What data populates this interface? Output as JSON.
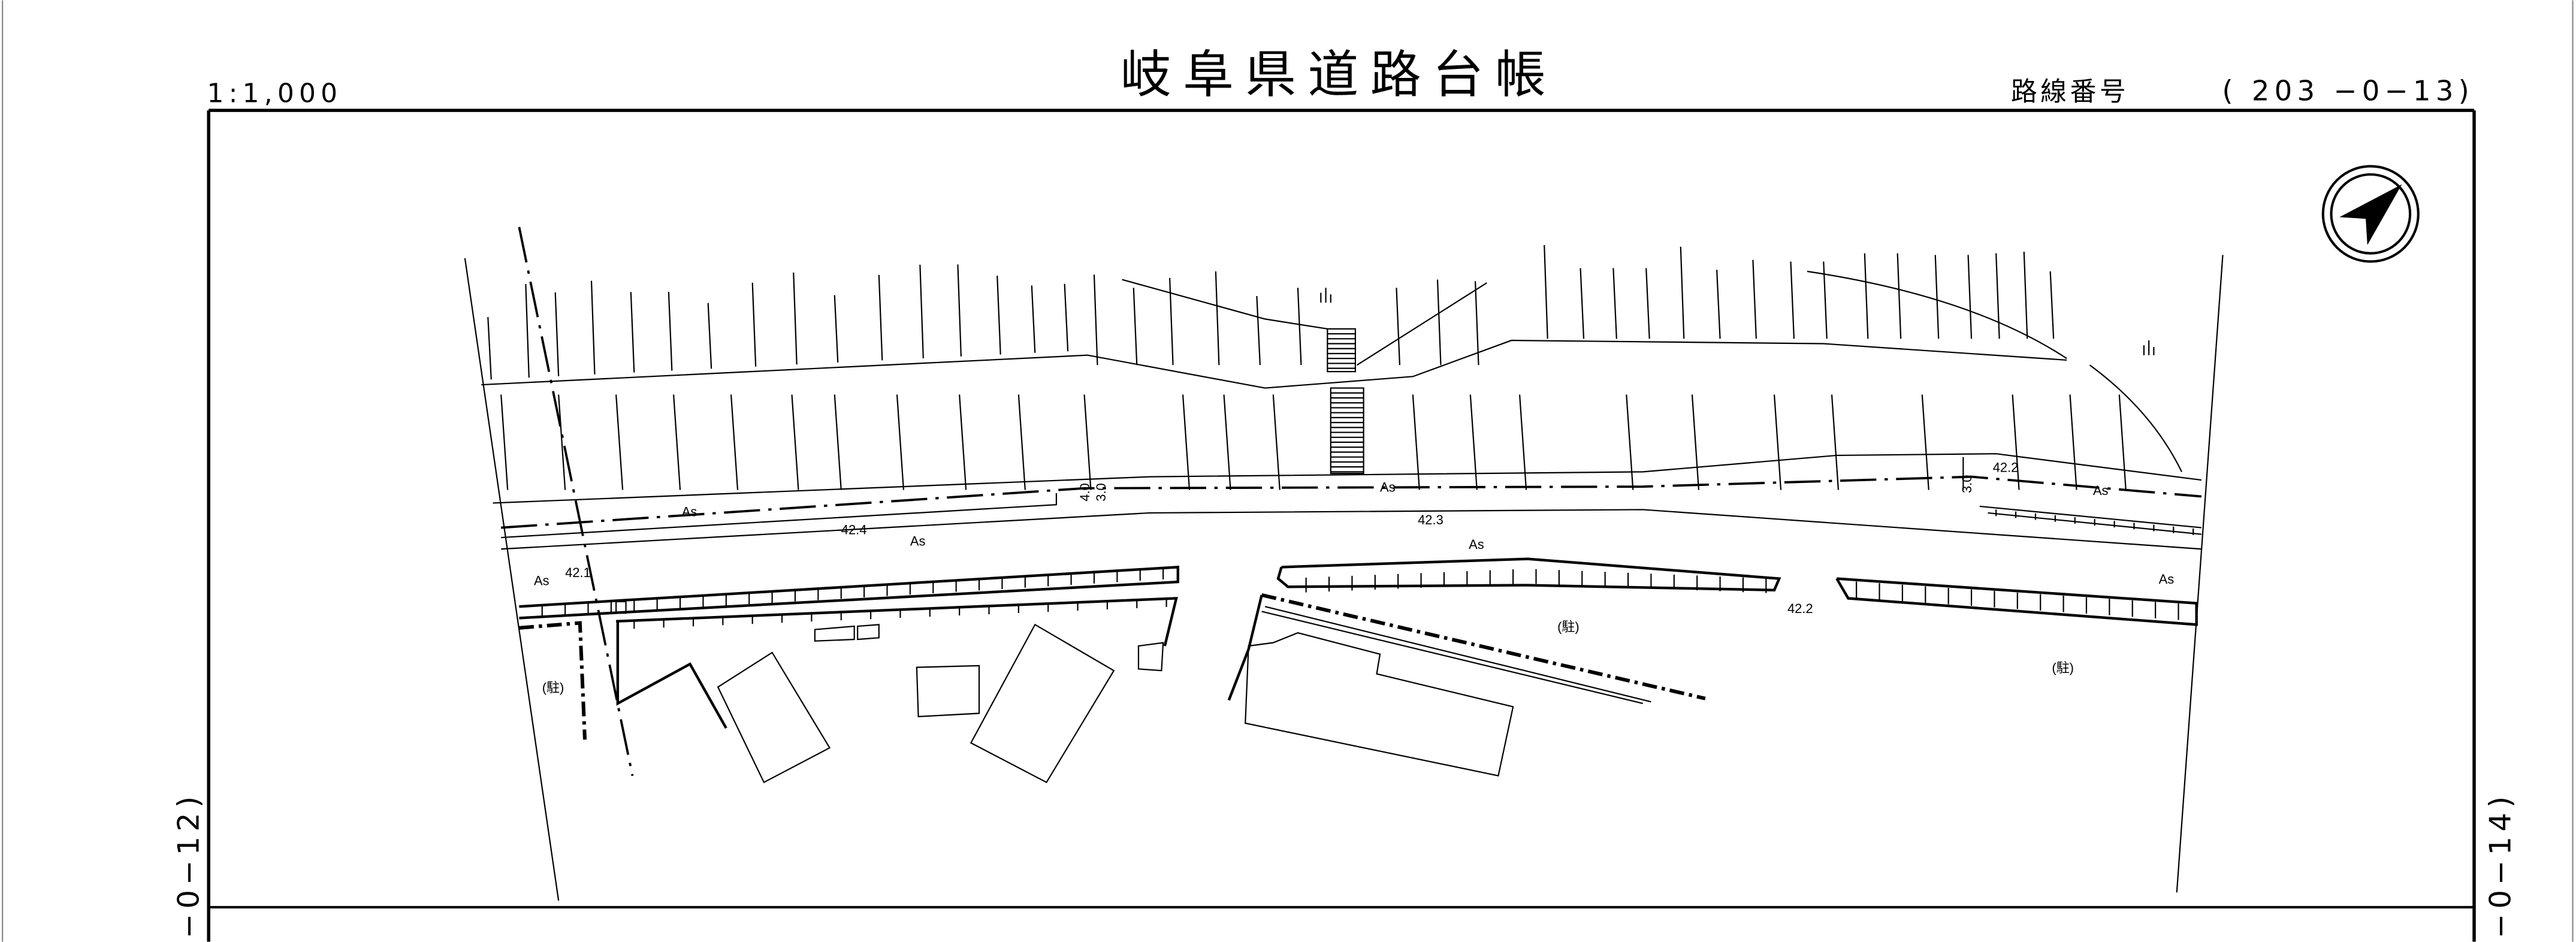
{
  "header": {
    "title": "岐阜県道路台帳",
    "scale": "1:1,000",
    "route_label": "路線番号",
    "route_number": "( 203 −0−13)"
  },
  "side": {
    "left_sheet": "−0−12)",
    "right_sheet": "−0−14)"
  },
  "map": {
    "surface_labels": [
      "As",
      "As",
      "As",
      "As",
      "As",
      "As",
      "As"
    ],
    "elevations": [
      "42.4",
      "42.1",
      "42.3",
      "42.2",
      "42.2"
    ],
    "parking_labels": [
      "(駐)",
      "(駐)",
      "(駐)"
    ],
    "widths": [
      "4.0",
      "3.0",
      "3.0"
    ]
  },
  "north_arrow": "north-arrow-icon"
}
